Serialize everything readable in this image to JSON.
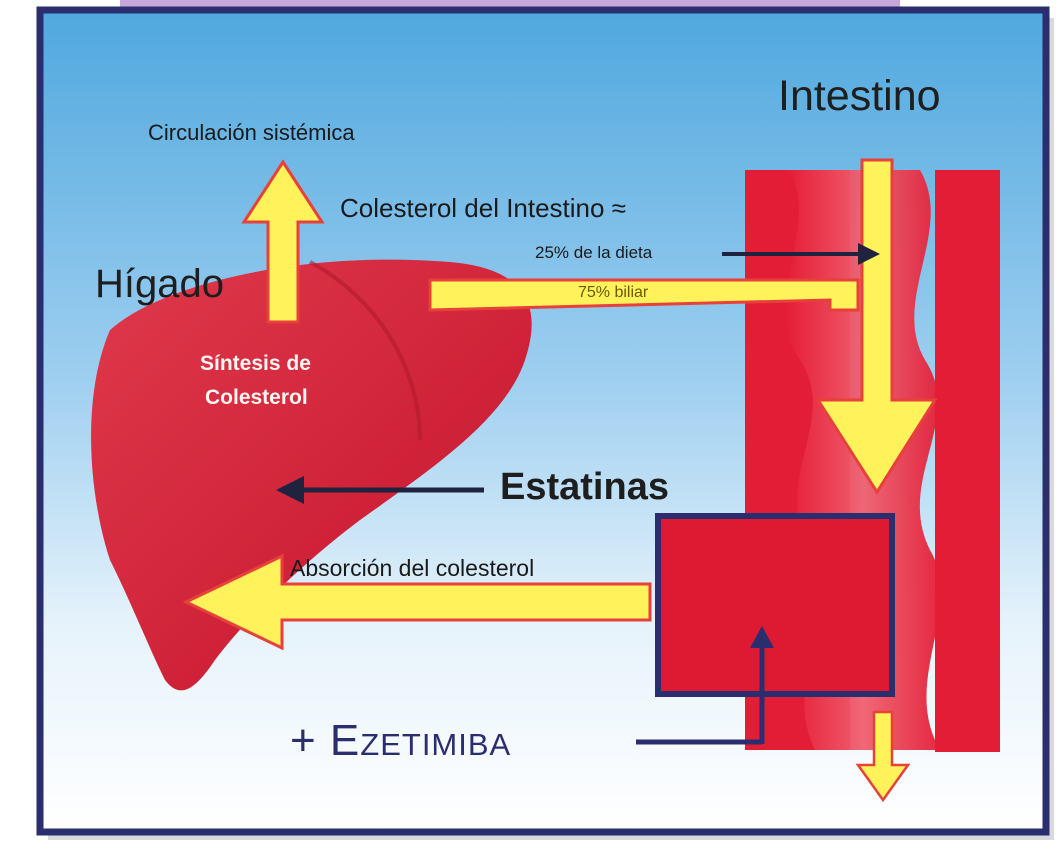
{
  "diagram": {
    "title_intestine": "Intestino",
    "label_systemic": "Circulación sistémica",
    "label_intestinal_cholesterol": "Colesterol del Intestino ≈",
    "label_diet": "25% de la dieta",
    "label_biliary": "75% biliar",
    "label_liver": "Hígado",
    "label_synthesis_1": "Síntesis de",
    "label_synthesis_2": "Colesterol",
    "label_statins": "Estatinas",
    "label_absorption": "Absorción del colesterol",
    "label_ezetimibe": "+ Ezetimiba"
  },
  "colors": {
    "arrow_fill": "#fff25a",
    "arrow_outline": "#e8403a",
    "liver": "#d62c3f",
    "intestine": "#e8203a",
    "frame_border": "#2a2d6e",
    "navy_text": "#2a2d6e"
  }
}
